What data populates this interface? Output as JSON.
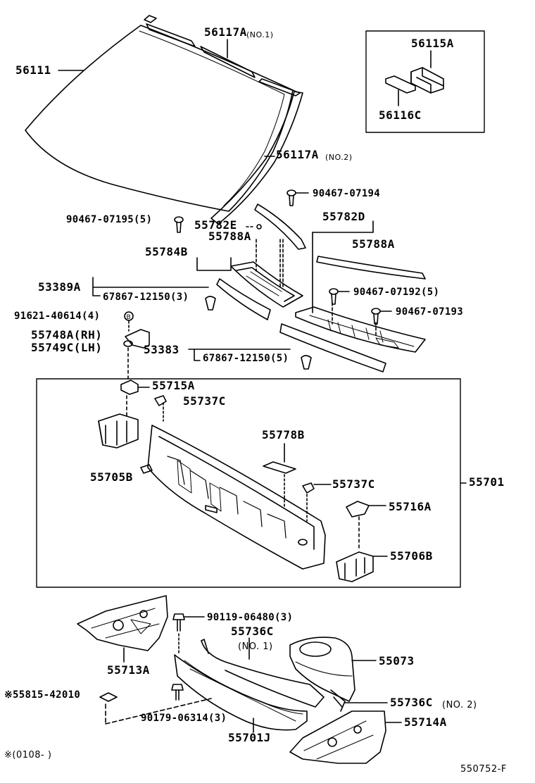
{
  "labels": {
    "p56111": "56111",
    "p56117a_1": "56117A",
    "p56117a_1_note": "(NO.1)",
    "p56117a_2": "56117A",
    "p56117a_2_note": "(NO.2)",
    "p56115a": "56115A",
    "p56116c": "56116C",
    "p90467_07194": "90467-07194",
    "p90467_07195": "90467-07195(5)",
    "p55782e": "55782E",
    "p55782d": "55782D",
    "p55788a_left": "55788A",
    "p55788a_right": "55788A",
    "p55784b": "55784B",
    "p53389a": "53389A",
    "p67867_12150_3": "67867-12150(3)",
    "p90467_07192": "90467-07192(5)",
    "p90467_07193": "90467-07193",
    "p91621_40614": "91621-40614(4)",
    "p55748a": "55748A(RH)",
    "p55749c": "55749C(LH)",
    "p53383": "53383",
    "p67867_12150_5": "67867-12150(5)",
    "p55715a": "55715A",
    "p55737c_top": "55737C",
    "p55778b": "55778B",
    "p55705b": "55705B",
    "p55737c_mid": "55737C",
    "p55701": "55701",
    "p55716a": "55716A",
    "p55706b": "55706B",
    "p90119_06480": "90119-06480(3)",
    "p55736c_1": "55736C",
    "p55736c_1_note": "(NO. 1)",
    "p55713a": "55713A",
    "p55073": "55073",
    "p55815_42010": "※55815-42010",
    "p55736c_2": "55736C",
    "p55736c_2_note": "(NO. 2)",
    "p90179_06314": "90179-06314(3)",
    "p55701j": "55701J",
    "p55714a": "55714A",
    "footnote": "※(0108-        )",
    "diagram_id": "550752-F"
  },
  "callout_marker": "B"
}
